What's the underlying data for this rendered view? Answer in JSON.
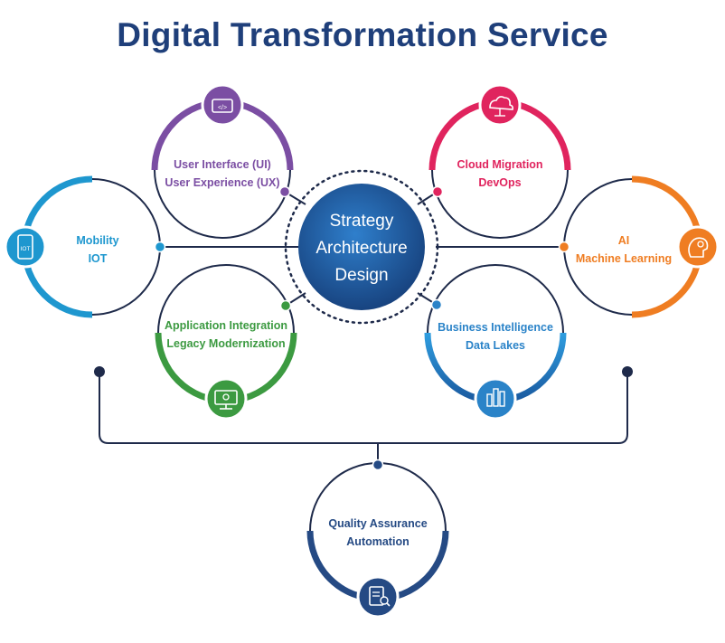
{
  "title": "Digital Transformation Service",
  "center": {
    "lines": [
      "Strategy",
      "Architecture",
      "Design"
    ],
    "color": "#1d5a9e"
  },
  "services": [
    {
      "id": "ui-ux",
      "lines": [
        "User Interface (UI)",
        "User Experience (UX)"
      ],
      "color": "#7b4ea3",
      "icon": "ui-window-icon"
    },
    {
      "id": "cloud",
      "lines": [
        "Cloud Migration",
        "DevOps"
      ],
      "color": "#e0245e",
      "icon": "cloud-network-icon"
    },
    {
      "id": "mobility",
      "lines": [
        "Mobility",
        "IOT"
      ],
      "color": "#1e97cf",
      "icon": "mobile-iot-icon"
    },
    {
      "id": "ai",
      "lines": [
        "AI",
        "Machine Learning"
      ],
      "color": "#ef7d22",
      "icon": "ai-brain-icon"
    },
    {
      "id": "integration",
      "lines": [
        "Application Integration",
        "Legacy Modernization"
      ],
      "color": "#3c9a41",
      "icon": "integration-monitor-icon"
    },
    {
      "id": "bi",
      "lines": [
        "Business Intelligence",
        "Data Lakes"
      ],
      "color": "#2a83c8",
      "icon": "bi-building-chart-icon"
    },
    {
      "id": "qa",
      "lines": [
        "Quality Assurance",
        "Automation"
      ],
      "color": "#254a84",
      "icon": "qa-clipboard-icon"
    }
  ],
  "icon_labels": {
    "ui": "</>",
    "iot": "IOT"
  },
  "colors": {
    "dark": "#1e2a4a",
    "title": "#1f3f7a"
  }
}
